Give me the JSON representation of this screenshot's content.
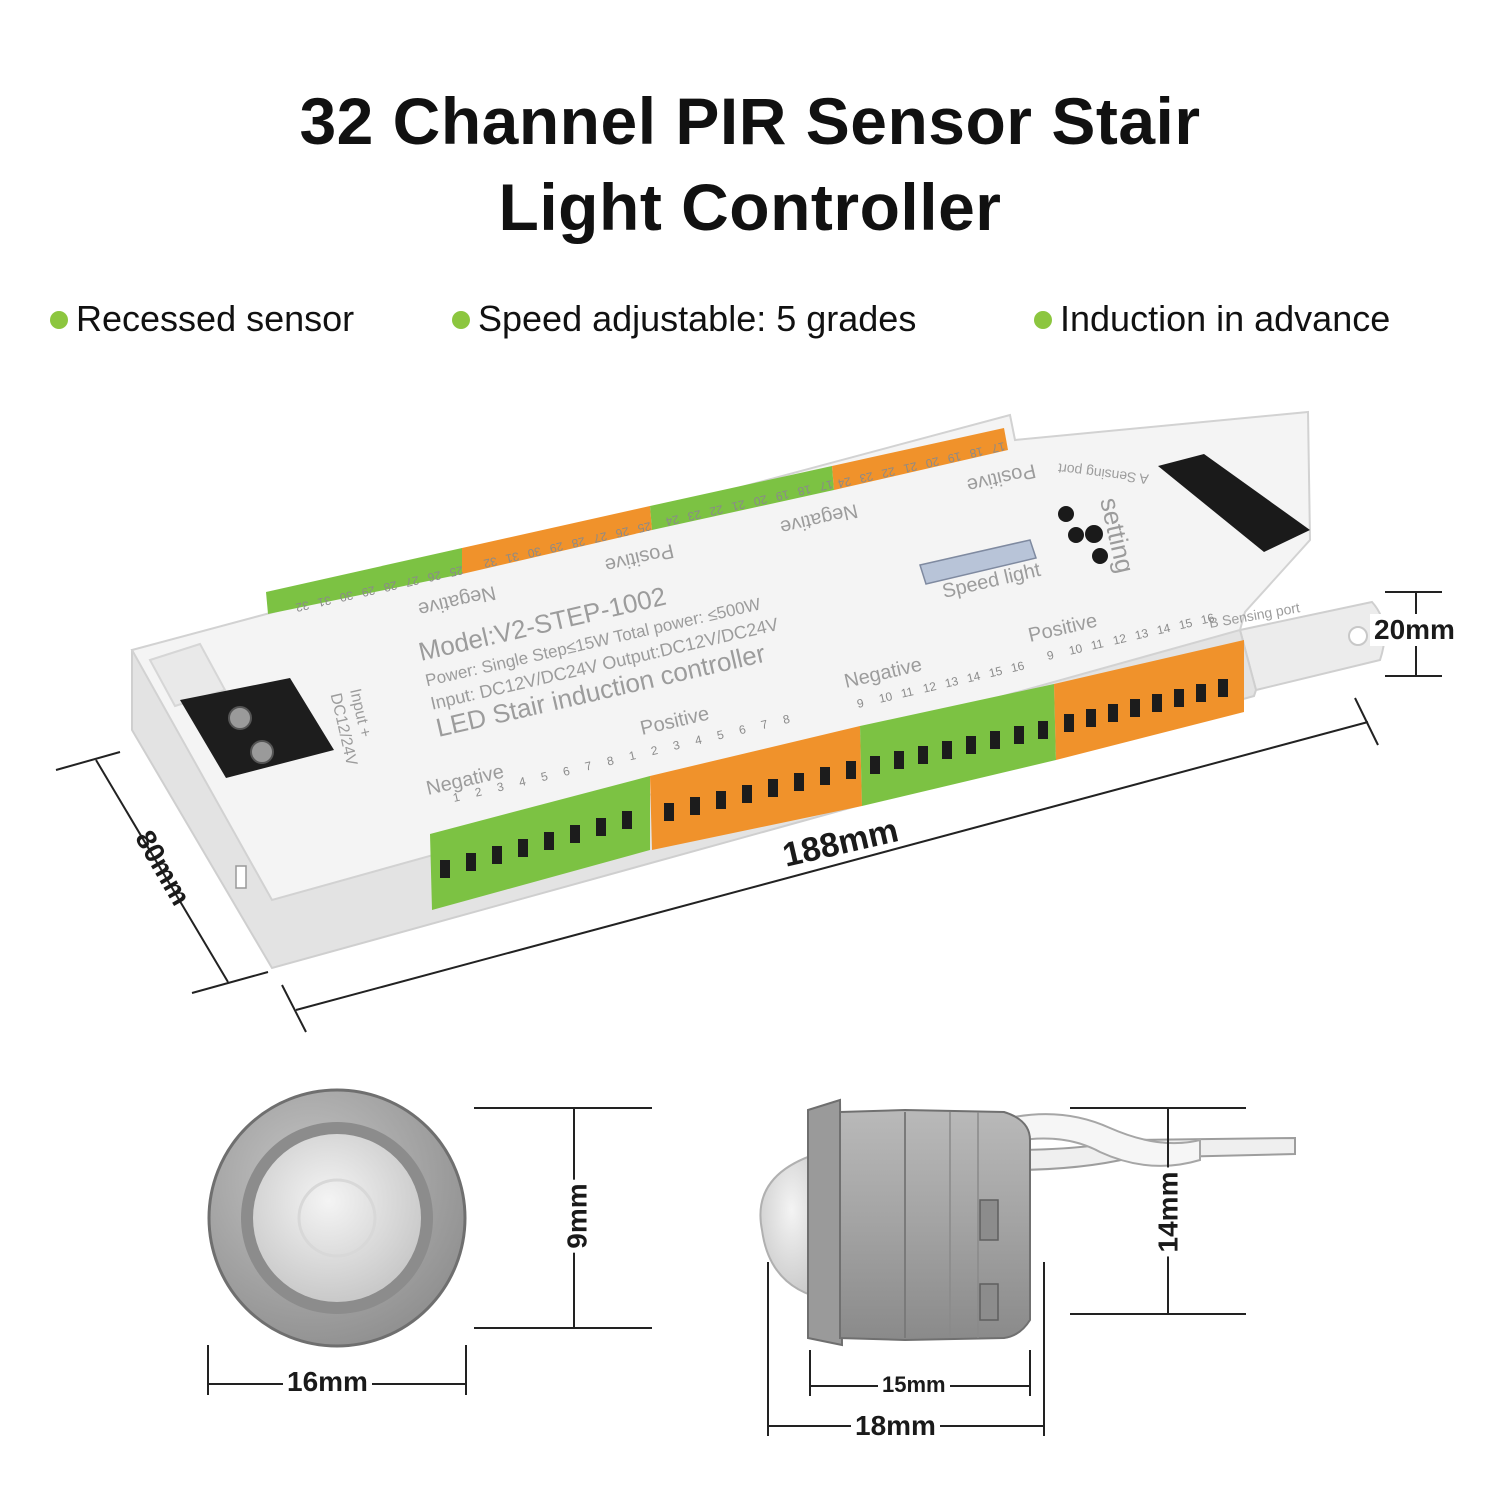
{
  "title": {
    "line1": "32 Channel PIR Sensor Stair",
    "line2": "Light Controller"
  },
  "features": [
    "Recessed sensor",
    "Speed adjustable: 5 grades",
    "Induction in advance"
  ],
  "colors": {
    "feature_dot": "#8cc63f",
    "terminal_green": "#7cc243",
    "terminal_orange": "#f0922b",
    "housing": "#f2f2f2",
    "sensor_silver": "#a9a9a9"
  },
  "controller": {
    "model": "Model:V2-STEP-1002",
    "power": "Power: Single Step≤15W Total power: ≤500W",
    "io": "Input: DC12V/DC24V Output:DC12V/DC24V",
    "name": "LED Stair induction controller",
    "speed_light": "Speed light",
    "setting": "setting",
    "a_port": "A Sensing port",
    "b_port": "B Sensing port",
    "input_label": "Input +",
    "input_voltage": "DC12/24V",
    "negative": "Negative",
    "positive": "Positive",
    "front_channels_1": [
      "1",
      "2",
      "3",
      "4",
      "5",
      "6",
      "7",
      "8"
    ],
    "front_channels_2": [
      "9",
      "10",
      "11",
      "12",
      "13",
      "14",
      "15",
      "16"
    ],
    "back_channels_1": [
      "17",
      "18",
      "19",
      "20",
      "21",
      "22",
      "23",
      "24"
    ],
    "back_channels_2": [
      "25",
      "26",
      "27",
      "28",
      "29",
      "30",
      "31",
      "32"
    ]
  },
  "dimensions": {
    "length": "188mm",
    "width": "80mm",
    "height": "20mm",
    "sensor_face_diameter": "16mm",
    "sensor_face_height": "9mm",
    "sensor_side_body": "15mm",
    "sensor_side_flange": "18mm",
    "sensor_side_height": "14mm"
  }
}
